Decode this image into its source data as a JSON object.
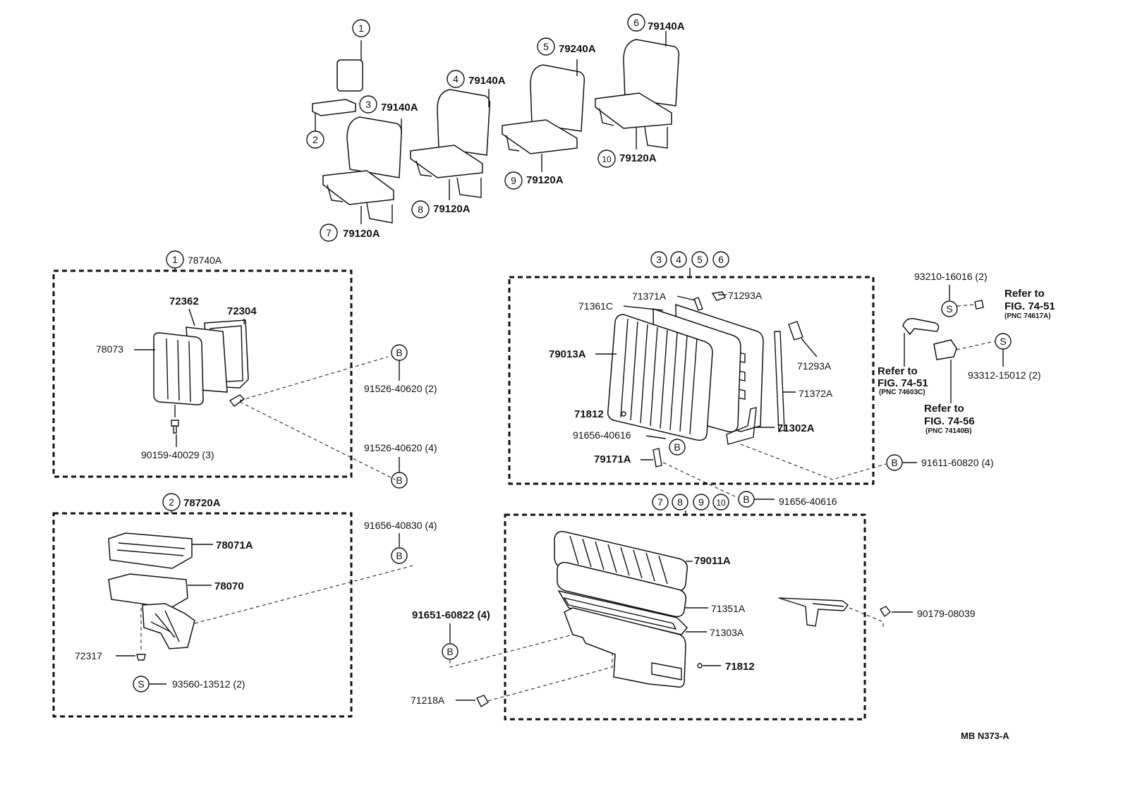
{
  "overview": {
    "n1": "1",
    "n2": "2",
    "n3": "3",
    "n4": "4",
    "n5": "5",
    "n6": "6",
    "n7": "7",
    "n8": "8",
    "n9": "9",
    "n10": "10",
    "c3": "79140A",
    "c4": "79140A",
    "c5": "79240A",
    "c6": "79140A",
    "c7": "79120A",
    "c8": "79120A",
    "c9": "79120A",
    "c10": "79120A"
  },
  "group1": {
    "num": "1",
    "code": "78740A",
    "p72362": "72362",
    "p72304": "72304",
    "p78073": "78073",
    "p90159": "90159-40029 (3)",
    "b": "B",
    "b2": "B",
    "f1": "91526-40620 (2)",
    "f2": "91526-40620 (4)"
  },
  "group2": {
    "num": "2",
    "code": "78720A",
    "p78071A": "78071A",
    "p78070": "78070",
    "p72317": "72317",
    "s": "S",
    "p93560": "93560-13512 (2)",
    "b": "B",
    "f91656": "91656-40830 (4)"
  },
  "group3": {
    "n3": "3",
    "n4": "4",
    "n5": "5",
    "n6": "6",
    "p71371A": "71371A",
    "p71293A_1": "71293A",
    "p71361C": "71361C",
    "p79013A": "79013A",
    "p71293A_2": "71293A",
    "p71372A": "71372A",
    "p71812": "71812",
    "p71302A": "71302A",
    "p91656": "91656-40616",
    "p79171A": "79171A",
    "b1": "B",
    "b2": "B",
    "b3": "B",
    "f91611": "91611-60820 (4)",
    "f91656b": "91656-40616"
  },
  "refs": {
    "p93210": "93210-16016 (2)",
    "s1": "S",
    "s2": "S",
    "refer1a": "Refer to",
    "refer1b": "FIG. 74-51",
    "refer1c": "(PNC 74617A)",
    "refer2a": "Refer to",
    "refer2b": "FIG. 74-51",
    "refer2c": "(PNC 74603C)",
    "refer3a": "Refer to",
    "refer3b": "FIG. 74-56",
    "refer3c": "(PNC 74140B)",
    "p93312": "93312-15012 (2)"
  },
  "group7": {
    "n7": "7",
    "n8": "8",
    "n9": "9",
    "n10": "10",
    "p79011A": "79011A",
    "p71351A": "71351A",
    "p71303A": "71303A",
    "p71812": "71812",
    "p91651": "91651-60822 (4)",
    "b": "B",
    "p71218A": "71218A",
    "p90179": "90179-08039"
  },
  "footer": {
    "code": "MB N373-A"
  }
}
